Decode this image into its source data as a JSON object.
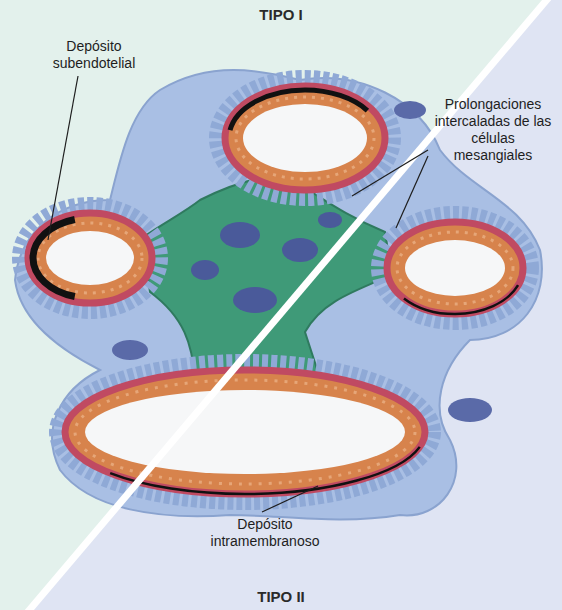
{
  "diagram": {
    "labels": [
      "TIPO I",
      "Depósito subendotelial",
      "Prolongaciones intercaladas de las células mesangiales",
      "Depósito intramembranoso",
      "TIPO II"
    ]
  }
}
